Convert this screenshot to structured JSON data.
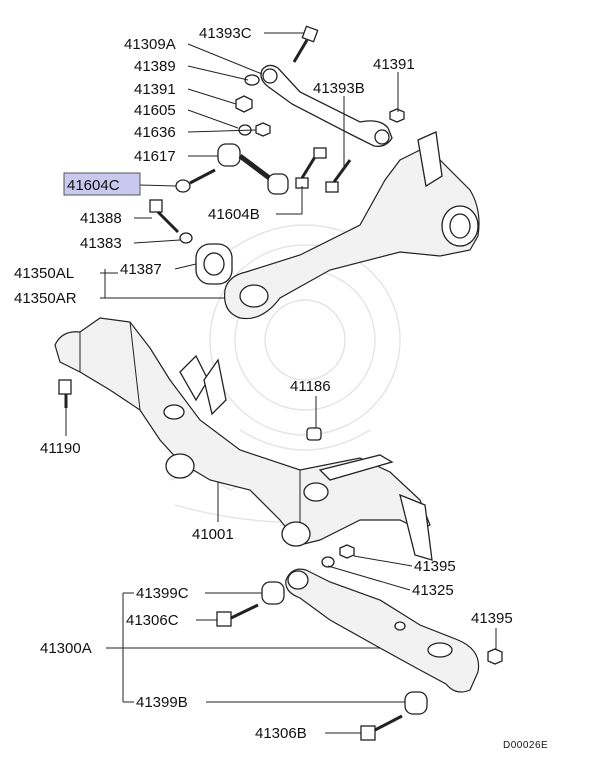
{
  "highlight_color": "#c9c9ef",
  "labels": {
    "41393C": "41393C",
    "41309A": "41309A",
    "41389": "41389",
    "41391_left": "41391",
    "41391_right": "41391",
    "41393B": "41393B",
    "41605": "41605",
    "41636": "41636",
    "41617": "41617",
    "41604C": "41604C",
    "41604B": "41604B",
    "41388": "41388",
    "41383": "41383",
    "41387": "41387",
    "41350AL": "41350AL",
    "41350AR": "41350AR",
    "41186": "41186",
    "41190": "41190",
    "41001": "41001",
    "41395_upper": "41395",
    "41325": "41325",
    "41395_lower": "41395",
    "41399C": "41399C",
    "41306C": "41306C",
    "41300A": "41300A",
    "41399B": "41399B",
    "41306B": "41306B"
  },
  "diagram_code": "D00026E"
}
